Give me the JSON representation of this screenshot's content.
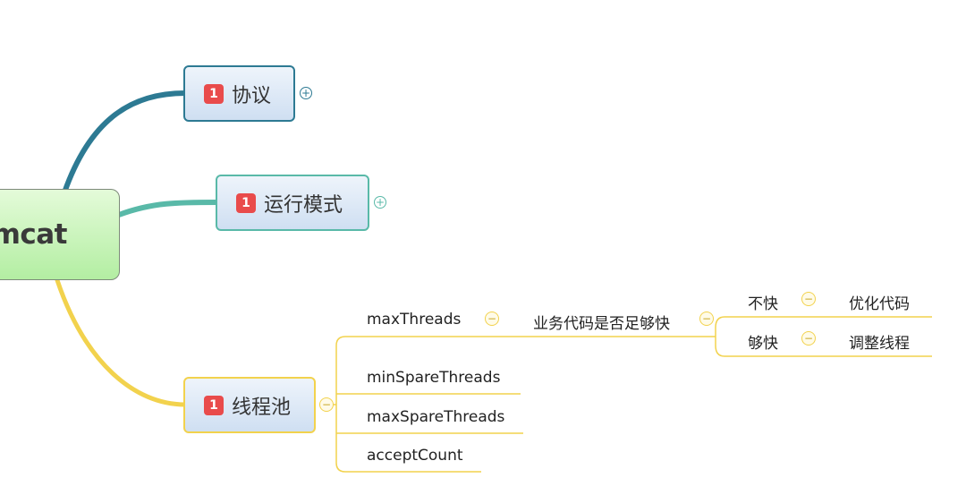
{
  "root": {
    "label": "mcat"
  },
  "topics": [
    {
      "label": "协议",
      "priority": "1",
      "collapsed": true,
      "color": "#2d7a93"
    },
    {
      "label": "运行模式",
      "priority": "1",
      "collapsed": true,
      "color": "#59b9a8"
    },
    {
      "label": "线程池",
      "priority": "1",
      "collapsed": false,
      "color": "#f2d24d"
    }
  ],
  "thread_pool": {
    "children": [
      {
        "label": "maxThreads"
      },
      {
        "label": "minSpareThreads"
      },
      {
        "label": "maxSpareThreads"
      },
      {
        "label": "acceptCount"
      }
    ],
    "question": {
      "label": "业务代码是否足够快"
    },
    "answers": [
      {
        "label": "不快",
        "action": "优化代码"
      },
      {
        "label": "够快",
        "action": "调整线程"
      }
    ]
  },
  "colors": {
    "branch_blue": "#2d7a93",
    "branch_teal": "#59b9a8",
    "branch_yellow": "#f2d24d",
    "root_fill": "#b3eea2",
    "badge": "#e94b4b"
  },
  "icons": {
    "priority": "priority-1-badge",
    "expand": "plus-circle-icon",
    "collapse": "minus-circle-icon"
  }
}
